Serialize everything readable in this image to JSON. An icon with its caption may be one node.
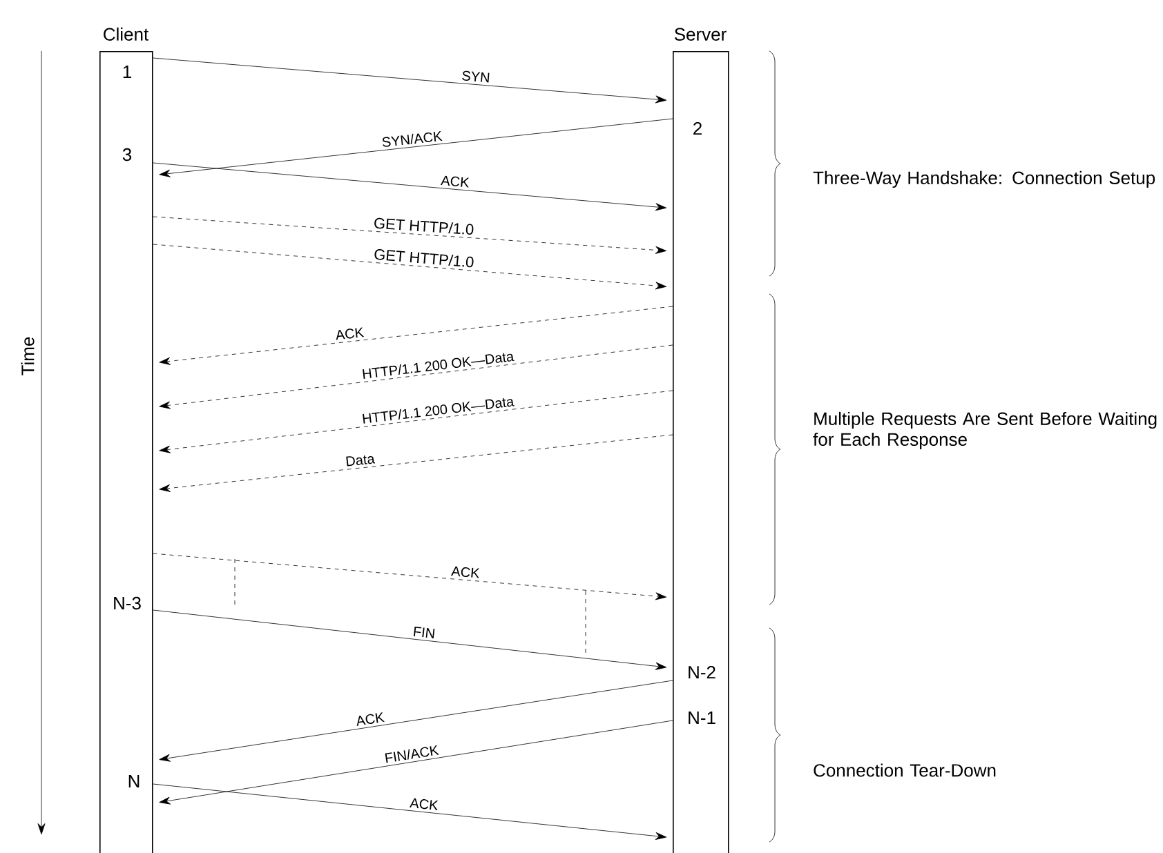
{
  "diagram": {
    "nodes": [
      {
        "text": [
          "Client"
        ]
      },
      {
        "text": [
          "Server"
        ]
      }
    ],
    "edges": [
      {
        "from": 0,
        "to": 1,
        "arrow": "to",
        "label": "SYN"
      },
      {
        "from": 1,
        "to": 0,
        "arrow": "to",
        "label": "SYN/ACK"
      },
      {
        "from": 0,
        "to": 1,
        "arrow": "to",
        "label": "ACK"
      },
      {
        "from": 0,
        "to": 1,
        "arrow": "to",
        "label": "GET HTTP/1.0",
        "style": "dashed"
      },
      {
        "from": 0,
        "to": 1,
        "arrow": "to",
        "label": "GET HTTP/1.0",
        "style": "dashed"
      },
      {
        "from": 1,
        "to": 0,
        "arrow": "to",
        "label": "ACK",
        "style": "dashed"
      },
      {
        "from": 1,
        "to": 0,
        "arrow": "to",
        "label": "HTTP/1.1 200 OK—Data",
        "style": "dashed"
      },
      {
        "from": 1,
        "to": 0,
        "arrow": "to",
        "label": "HTTP/1.1 200 OK—Data",
        "style": "dashed"
      },
      {
        "from": 1,
        "to": 0,
        "arrow": "to",
        "label": "Data",
        "style": "dashed"
      },
      {
        "from": 0,
        "to": 1,
        "arrow": "to",
        "label": "ACK",
        "style": "dashed"
      },
      {
        "from": 0,
        "to": 1,
        "arrow": "to",
        "label": "FIN"
      },
      {
        "from": 1,
        "to": 0,
        "arrow": "to",
        "label": "ACK"
      },
      {
        "from": 1,
        "to": 0,
        "arrow": "to",
        "label": "FIN/ACK"
      },
      {
        "from": 0,
        "to": 1,
        "arrow": "to",
        "label": "ACK"
      }
    ],
    "labels": [
      "Time",
      "1",
      "2",
      "3",
      "N-3",
      "N-2",
      "N-1",
      "N",
      "Three-Way Handshake: Connection Setup",
      "Multiple Requests Are Sent Before Waiting for Each Response",
      "Connection Tear-Down"
    ]
  }
}
